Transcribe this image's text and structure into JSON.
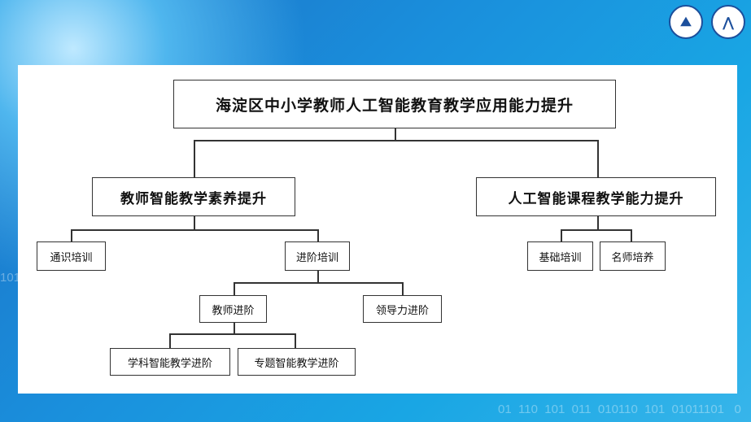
{
  "root": "海淀区中小学教师人工智能教育教学应用能力提升",
  "branches": [
    {
      "label": "教师智能教学素养提升"
    },
    {
      "label": "人工智能课程教学能力提升"
    }
  ],
  "left_children": [
    "通识培训",
    "进阶培训"
  ],
  "advanced_children": [
    "教师进阶",
    "领导力进阶"
  ],
  "teacher_children": [
    "学科智能教学进阶",
    "专题智能教学进阶"
  ],
  "right_children": [
    "基础培训",
    "名师培养"
  ],
  "decor": {
    "binary_bottom": "01  110  101  011  010110  101  01011101   0",
    "binary_left": "101"
  }
}
